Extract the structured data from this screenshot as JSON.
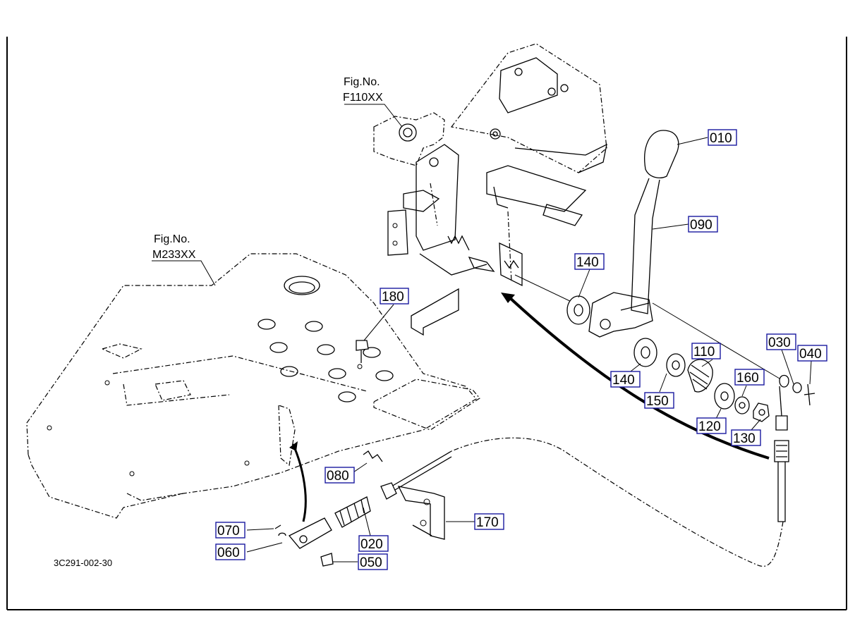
{
  "drawing_code": "3C291-002-30",
  "figure_refs": [
    {
      "title": "Fig.No.",
      "number": "F110XX"
    },
    {
      "title": "Fig.No.",
      "number": "M233XX"
    }
  ],
  "parts": [
    {
      "number": "010"
    },
    {
      "number": "090"
    },
    {
      "number": "140"
    },
    {
      "number": "180"
    },
    {
      "number": "140"
    },
    {
      "number": "150"
    },
    {
      "number": "110"
    },
    {
      "number": "120"
    },
    {
      "number": "160"
    },
    {
      "number": "130"
    },
    {
      "number": "030"
    },
    {
      "number": "040"
    },
    {
      "number": "080"
    },
    {
      "number": "170"
    },
    {
      "number": "070"
    },
    {
      "number": "060"
    },
    {
      "number": "020"
    },
    {
      "number": "050"
    }
  ]
}
